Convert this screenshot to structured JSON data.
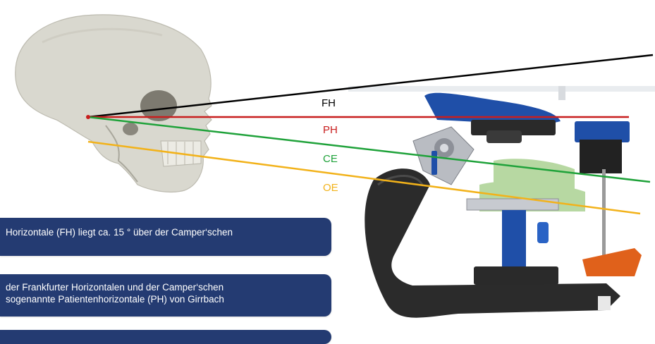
{
  "planes": [
    {
      "abbr": "FH",
      "color": "#000000"
    },
    {
      "abbr": "PH",
      "color": "#c81e1e"
    },
    {
      "abbr": "CE",
      "color": "#1fa23a"
    },
    {
      "abbr": "OE",
      "color": "#f2b21a"
    }
  ],
  "info_boxes": [
    {
      "lines": [
        "Horizontale (FH) liegt ca. 15 ° über der Camper‘schen"
      ]
    },
    {
      "lines": [
        "der Frankfurter Horizontalen und der Camper‘schen",
        "sogenannte Patientenhorizontale (PH) von Girrbach"
      ]
    },
    {
      "lines": [
        ""
      ]
    }
  ],
  "colors": {
    "box_background": "#243b72",
    "box_text": "#ffffff",
    "articulator_frame": "#2b2b2b",
    "articulator_blue": "#1f4fa8",
    "articulator_orange": "#e0611b",
    "skull": "#d9d8cf"
  },
  "illustrations": [
    "skull-image",
    "articulator-image"
  ]
}
